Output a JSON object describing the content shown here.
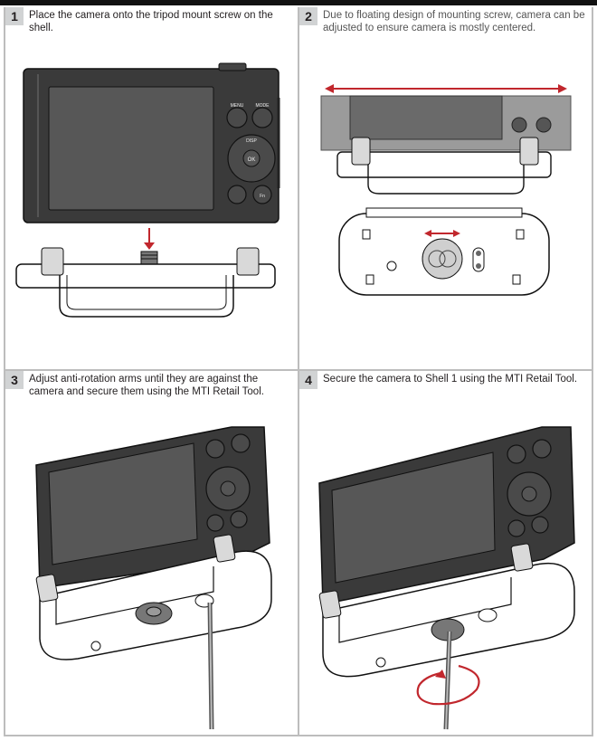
{
  "steps": [
    {
      "number": "1",
      "text": "Place the camera onto the tripod mount screw on the shell."
    },
    {
      "number": "2",
      "text": "Due to floating design of mounting screw, camera can be adjusted to ensure camera is mostly centered."
    },
    {
      "number": "3",
      "text": "Adjust anti-rotation arms until they are against the camera and secure them using the MTI Retail Tool."
    },
    {
      "number": "4",
      "text": "Secure the camera to Shell 1 using the MTI Retail Tool."
    }
  ],
  "camera_buttons": {
    "menu": "MENU",
    "mode": "MODE",
    "ok": "OK",
    "disp": "DISP",
    "fn": "Fn"
  },
  "colors": {
    "accent_red": "#c1272d",
    "camera_body": "#3a3a3a",
    "screen": "#575757"
  }
}
